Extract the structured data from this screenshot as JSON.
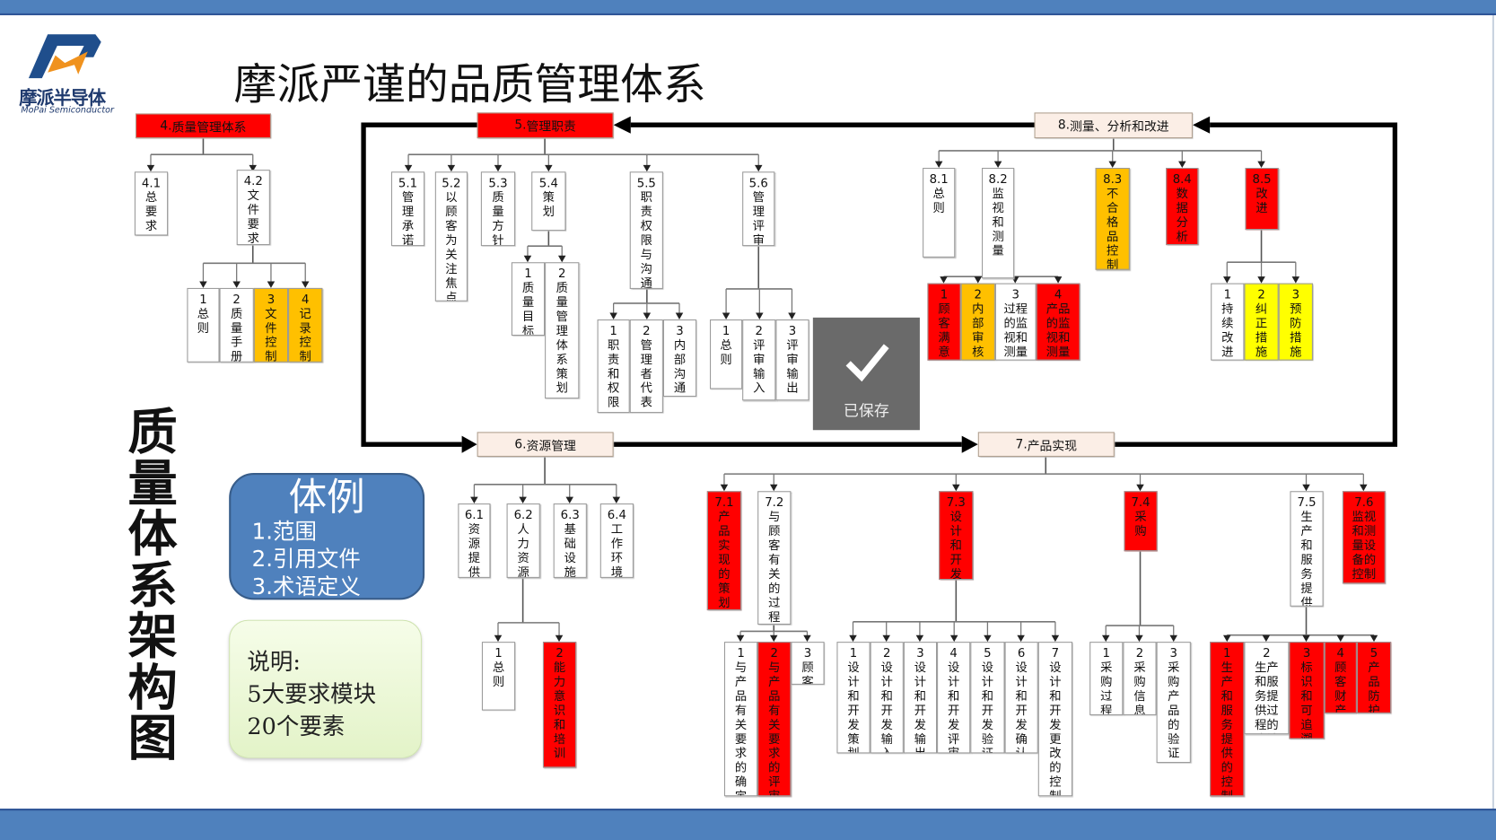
{
  "title": "摩派严谨的品质管理体系",
  "logo": {
    "name_cn": "摩派半导体",
    "name_en": "MoPai Semiconductor"
  },
  "side_title": "质量体系架构图",
  "legend": {
    "heading": "体例",
    "items": [
      "1.范围",
      "2.引用文件",
      "3.术语定义"
    ]
  },
  "note": {
    "lines": [
      "说明:",
      "5大要求模块",
      "20个要素"
    ]
  },
  "saved_toast": {
    "label": "已保存",
    "icon": "checkmark-icon"
  },
  "colors": {
    "red": "#ff0000",
    "orange": "#ffc000",
    "yellow": "#ffff00",
    "peach": "#fbeee6",
    "bar": "#4f81bd"
  },
  "nodes": {
    "h4": {
      "num": "4.",
      "text": "质量管理体系"
    },
    "n41": {
      "num": "4.1",
      "text": "总要求"
    },
    "n42": {
      "num": "4.2",
      "text": "文件要求"
    },
    "n421": {
      "num": "1",
      "text": "总则"
    },
    "n422": {
      "num": "2",
      "text": "质量手册"
    },
    "n423": {
      "num": "3",
      "text": "文件控制"
    },
    "n424": {
      "num": "4",
      "text": "记录控制"
    },
    "h5": {
      "num": "5.",
      "text": "管理职责"
    },
    "n51": {
      "num": "5.1",
      "text": "管理承诺"
    },
    "n52": {
      "num": "5.2",
      "text": "以顾客为关注焦点"
    },
    "n53": {
      "num": "5.3",
      "text": "质量方针"
    },
    "n54": {
      "num": "5.4",
      "text": "策划"
    },
    "n541": {
      "num": "1",
      "text": "质量目标"
    },
    "n542": {
      "num": "2",
      "text": "质量管理体系策划"
    },
    "n55": {
      "num": "5.5",
      "text": "职责权限与沟通"
    },
    "n551": {
      "num": "1",
      "text": "职责和权限"
    },
    "n552": {
      "num": "2",
      "text": "管理者代表"
    },
    "n553": {
      "num": "3",
      "text": "内部沟通"
    },
    "n56": {
      "num": "5.6",
      "text": "管理评审"
    },
    "n561": {
      "num": "1",
      "text": "总则"
    },
    "n562": {
      "num": "2",
      "text": "评审输入"
    },
    "n563": {
      "num": "3",
      "text": "评审输出"
    },
    "h6": {
      "num": "6.",
      "text": "资源管理"
    },
    "n61": {
      "num": "6.1",
      "text": "资源提供"
    },
    "n62": {
      "num": "6.2",
      "text": "人力资源"
    },
    "n621": {
      "num": "1",
      "text": "总则"
    },
    "n622": {
      "num": "2",
      "text": "能力意识和培训"
    },
    "n63": {
      "num": "6.3",
      "text": "基础设施"
    },
    "n64": {
      "num": "6.4",
      "text": "工作环境"
    },
    "h7": {
      "num": "7.",
      "text": "产品实现"
    },
    "n71": {
      "num": "7.1",
      "text": "产品实现的策划"
    },
    "n72": {
      "num": "7.2",
      "text": "与顾客有关的过程"
    },
    "n721": {
      "num": "1",
      "text": "与产品有关要求的确定"
    },
    "n722": {
      "num": "2",
      "text": "与产品有关要求的评审"
    },
    "n723": {
      "num": "3",
      "text": "顾客沟通"
    },
    "n73": {
      "num": "7.3",
      "text": "设计和开发"
    },
    "n731": {
      "num": "1",
      "text": "设计和开发策划"
    },
    "n732": {
      "num": "2",
      "text": "设计和开发输入"
    },
    "n733": {
      "num": "3",
      "text": "设计和开发输出"
    },
    "n734": {
      "num": "4",
      "text": "设计和开发评审"
    },
    "n735": {
      "num": "5",
      "text": "设计和开发验证"
    },
    "n736": {
      "num": "6",
      "text": "设计和开发确认"
    },
    "n737": {
      "num": "7",
      "text": "设计和开发更改的控制"
    },
    "n74": {
      "num": "7.4",
      "text": "采购"
    },
    "n741": {
      "num": "1",
      "text": "采购过程"
    },
    "n742": {
      "num": "2",
      "text": "采购信息"
    },
    "n743": {
      "num": "3",
      "text": "采购产品的验证"
    },
    "n75": {
      "num": "7.5",
      "text": "生产和服务提供"
    },
    "n751": {
      "num": "1",
      "text": "生产和服务提供的控制"
    },
    "n752": {
      "num": "2",
      "text": "生产和服务提供过程的确认"
    },
    "n753": {
      "num": "3",
      "text": "标识和可追溯"
    },
    "n754": {
      "num": "4",
      "text": "顾客财产"
    },
    "n755": {
      "num": "5",
      "text": "产品防护"
    },
    "n76": {
      "num": "7.6",
      "text": "监视和测量设备的控制"
    },
    "h8": {
      "num": "8.",
      "text": "测量、分析和改进"
    },
    "n81": {
      "num": "8.1",
      "text": "总则"
    },
    "n82": {
      "num": "8.2",
      "text": "监视和测量"
    },
    "n821": {
      "num": "1",
      "text": "顾客满意"
    },
    "n822": {
      "num": "2",
      "text": "内部审核"
    },
    "n823": {
      "num": "3",
      "text": "过程的监视和测量"
    },
    "n824": {
      "num": "4",
      "text": "产品的监视和测量"
    },
    "n83": {
      "num": "8.3",
      "text": "不合格品控制"
    },
    "n84": {
      "num": "8.4",
      "text": "数据分析"
    },
    "n85": {
      "num": "8.5",
      "text": "改进"
    },
    "n851": {
      "num": "1",
      "text": "持续改进"
    },
    "n852": {
      "num": "2",
      "text": "纠正措施"
    },
    "n853": {
      "num": "3",
      "text": "预防措施"
    }
  }
}
